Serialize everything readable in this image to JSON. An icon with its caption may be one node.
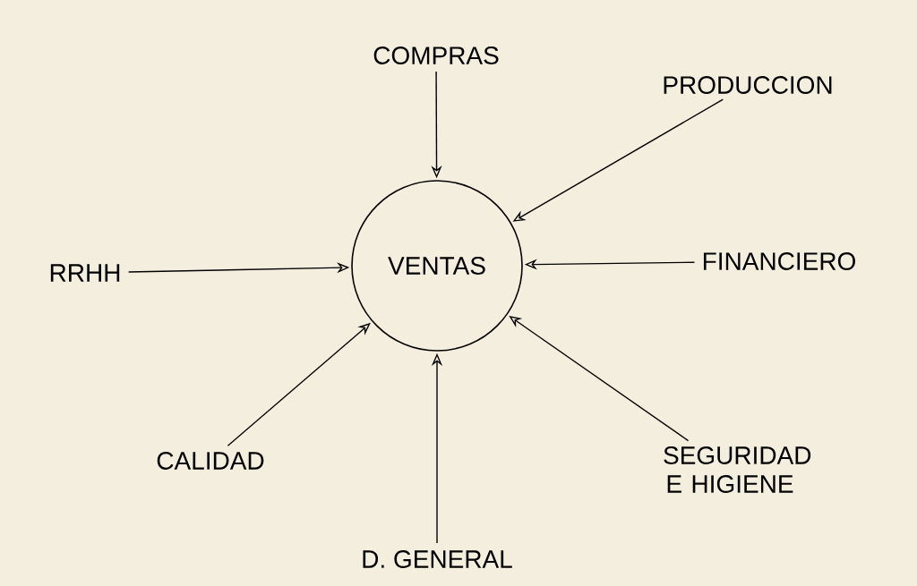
{
  "diagram": {
    "nodes": [
      {
        "text": [
          "VENTAS"
        ]
      },
      {
        "text": [
          "COMPRAS"
        ]
      },
      {
        "text": [
          "PRODUCCION"
        ]
      },
      {
        "text": [
          "RRHH"
        ]
      },
      {
        "text": [
          "FINANCIERO"
        ]
      },
      {
        "text": [
          "CALIDAD"
        ]
      },
      {
        "text": [
          "SEGURIDAD E HIGIENE"
        ]
      },
      {
        "text": [
          "D. GENERAL"
        ]
      }
    ],
    "edges": [
      {
        "from": 1,
        "to": 0,
        "arrow": "to"
      },
      {
        "from": 2,
        "to": 0,
        "arrow": "to"
      },
      {
        "from": 3,
        "to": 0,
        "arrow": "to"
      },
      {
        "from": 4,
        "to": 0,
        "arrow": "to"
      },
      {
        "from": 5,
        "to": 0,
        "arrow": "to"
      },
      {
        "from": 6,
        "to": 0,
        "arrow": "to"
      },
      {
        "from": 7,
        "to": 0,
        "arrow": "to"
      }
    ]
  }
}
